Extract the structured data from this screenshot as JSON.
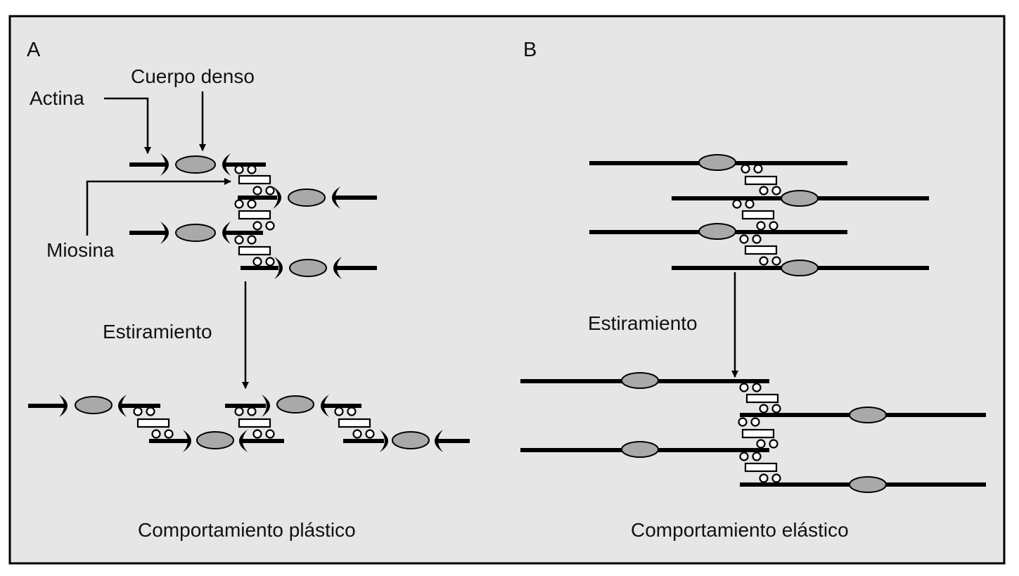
{
  "panel_a": {
    "letter": "A",
    "label_actina": "Actina",
    "label_cuerpo_denso": "Cuerpo denso",
    "label_miosina": "Miosina",
    "label_estiramiento": "Estiramiento",
    "caption": "Comportamiento plástico"
  },
  "panel_b": {
    "letter": "B",
    "label_estiramiento": "Estiramiento",
    "caption": "Comportamiento elástico"
  },
  "colors": {
    "background": "#e6e6e6",
    "dense_body": "#a9a9a9",
    "filament": "#000000"
  }
}
